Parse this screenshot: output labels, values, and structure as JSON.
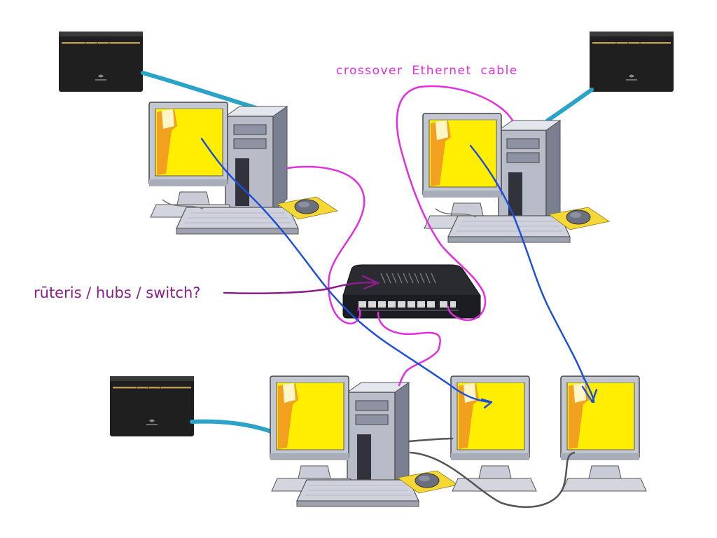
{
  "labels": {
    "crossover_cable": "crossover  Ethernet  cable",
    "router_question": "rūteris / hubs / switch?"
  },
  "colors": {
    "magenta_cable": "#e02ee0",
    "blue_cable": "#1f4fd8",
    "teal_cable": "#2aa3c8",
    "gray_cable": "#555555",
    "purple_arrow": "#8a1e8a",
    "screen_yellow": "#ffee00",
    "screen_orange": "#f2a020",
    "modem_black": "#1f1f1f",
    "modem_gold": "#b89a55",
    "tower_gray": "#b8bcc8",
    "mousepad_yellow": "#f6d835"
  },
  "nodes": [
    {
      "kind": "modem",
      "name": "modem-top-left"
    },
    {
      "kind": "modem",
      "name": "modem-top-right"
    },
    {
      "kind": "modem",
      "name": "modem-bottom-left"
    },
    {
      "kind": "computer",
      "name": "computer-top-left"
    },
    {
      "kind": "computer",
      "name": "computer-top-right"
    },
    {
      "kind": "computer",
      "name": "computer-bottom"
    },
    {
      "kind": "network-switch",
      "name": "network-switch"
    },
    {
      "kind": "monitor",
      "name": "monitor-bottom-middle"
    },
    {
      "kind": "monitor",
      "name": "monitor-bottom-right"
    }
  ]
}
